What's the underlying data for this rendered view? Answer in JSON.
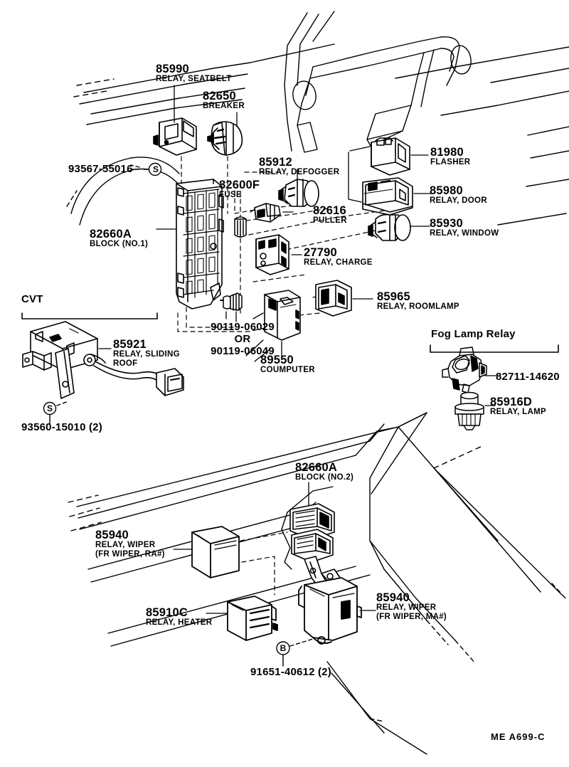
{
  "diagram": {
    "title": "Toyota Electrical Relay / Fuse Block Parts Illustration",
    "sheet_code": "ME  A699-C",
    "background": "#ffffff",
    "line_color": "#000000"
  },
  "groups": [
    {
      "name": "cvt",
      "label": "CVT"
    },
    {
      "name": "fog-lamp-relay",
      "label": "Fog Lamp Relay"
    }
  ],
  "parts": [
    {
      "id": "85990",
      "number": "85990",
      "desc": "RELAY, SEATBELT",
      "desc2": ""
    },
    {
      "id": "82650",
      "number": "82650",
      "desc": "BREAKER",
      "desc2": ""
    },
    {
      "id": "93567",
      "number": "93567-55016",
      "desc": "",
      "desc2": "",
      "marker": "S"
    },
    {
      "id": "82600F",
      "number": "82600F",
      "desc": "FUSE",
      "desc2": ""
    },
    {
      "id": "85912",
      "number": "85912",
      "desc": "RELAY, DEFOGGER",
      "desc2": ""
    },
    {
      "id": "81980",
      "number": "81980",
      "desc": "FLASHER",
      "desc2": ""
    },
    {
      "id": "85980",
      "number": "85980",
      "desc": "RELAY, DOOR",
      "desc2": ""
    },
    {
      "id": "85930",
      "number": "85930",
      "desc": "RELAY, WINDOW",
      "desc2": ""
    },
    {
      "id": "82616",
      "number": "82616",
      "desc": "PULLER",
      "desc2": ""
    },
    {
      "id": "82660A1",
      "number": "82660A",
      "desc": "BLOCK (NO.1)",
      "desc2": ""
    },
    {
      "id": "27790",
      "number": "27790",
      "desc": "RELAY, CHARGE",
      "desc2": ""
    },
    {
      "id": "85965",
      "number": "85965",
      "desc": "RELAY, ROOMLAMP",
      "desc2": ""
    },
    {
      "id": "90119",
      "number": "90119-06029",
      "desc": "OR",
      "desc2": "90119-06049"
    },
    {
      "id": "89550",
      "number": "89550",
      "desc": "COUMPUTER",
      "desc2": ""
    },
    {
      "id": "85921",
      "number": "85921",
      "desc": "RELAY, SLIDING",
      "desc2": "ROOF"
    },
    {
      "id": "93560",
      "number": "93560-15010 (2)",
      "desc": "",
      "desc2": "",
      "marker": "S"
    },
    {
      "id": "82711",
      "number": "82711-14620",
      "desc": "",
      "desc2": ""
    },
    {
      "id": "85916D",
      "number": "85916D",
      "desc": "RELAY, LAMP",
      "desc2": ""
    },
    {
      "id": "82660A2",
      "number": "82660A",
      "desc": "BLOCK (NO.2)",
      "desc2": ""
    },
    {
      "id": "85940RA",
      "number": "85940",
      "desc": "RELAY, WIPER",
      "desc2": "(FR WIPER, RA#)"
    },
    {
      "id": "85940MA",
      "number": "85940",
      "desc": "RELAY, WIPER",
      "desc2": "(FR WIPER, MA#)"
    },
    {
      "id": "85910C",
      "number": "85910C",
      "desc": "RELAY, HEATER",
      "desc2": ""
    },
    {
      "id": "91651",
      "number": "91651-40612 (2)",
      "desc": "",
      "desc2": "",
      "marker": "B"
    }
  ],
  "markers": [
    {
      "name": "s-marker-93567",
      "glyph": "S"
    },
    {
      "name": "s-marker-93560",
      "glyph": "S"
    },
    {
      "name": "b-marker-91651",
      "glyph": "B"
    }
  ]
}
